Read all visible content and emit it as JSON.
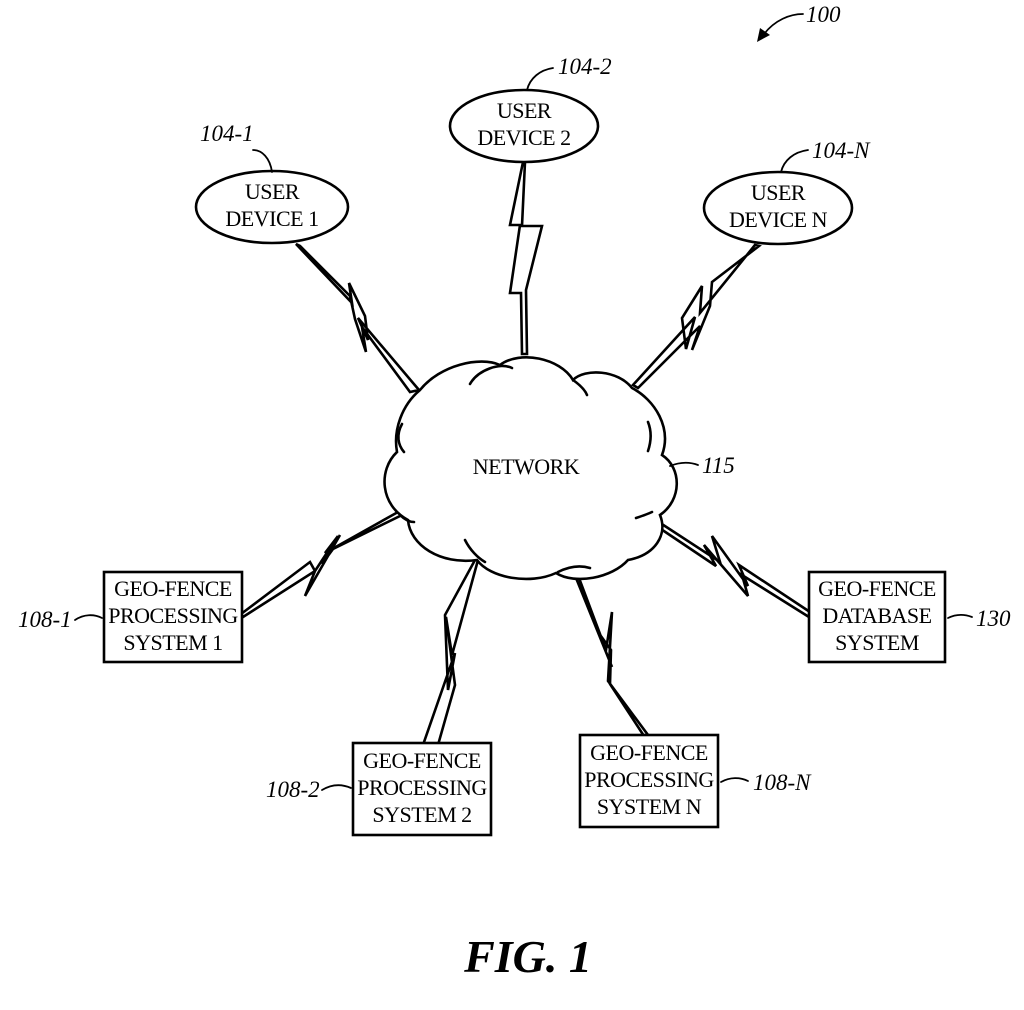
{
  "figure": {
    "title": "FIG. 1",
    "ref": "100"
  },
  "network": {
    "label": "NETWORK",
    "ref": "115"
  },
  "user_devices": [
    {
      "line1": "USER",
      "line2": "DEVICE 1",
      "ref": "104-1"
    },
    {
      "line1": "USER",
      "line2": "DEVICE 2",
      "ref": "104-2"
    },
    {
      "line1": "USER",
      "line2": "DEVICE N",
      "ref": "104-N"
    }
  ],
  "processing_systems": [
    {
      "line1": "GEO-FENCE",
      "line2": "PROCESSING",
      "line3": "SYSTEM 1",
      "ref": "108-1"
    },
    {
      "line1": "GEO-FENCE",
      "line2": "PROCESSING",
      "line3": "SYSTEM 2",
      "ref": "108-2"
    },
    {
      "line1": "GEO-FENCE",
      "line2": "PROCESSING",
      "line3": "SYSTEM N",
      "ref": "108-N"
    }
  ],
  "database_system": {
    "line1": "GEO-FENCE",
    "line2": "DATABASE",
    "line3": "SYSTEM",
    "ref": "130"
  },
  "connections": [
    {
      "from": "104-1",
      "to": "115",
      "type": "wireless"
    },
    {
      "from": "104-2",
      "to": "115",
      "type": "wireless"
    },
    {
      "from": "104-N",
      "to": "115",
      "type": "wireless"
    },
    {
      "from": "108-1",
      "to": "115",
      "type": "wireless"
    },
    {
      "from": "108-2",
      "to": "115",
      "type": "wireless"
    },
    {
      "from": "108-N",
      "to": "115",
      "type": "wireless"
    },
    {
      "from": "130",
      "to": "115",
      "type": "wireless"
    }
  ]
}
